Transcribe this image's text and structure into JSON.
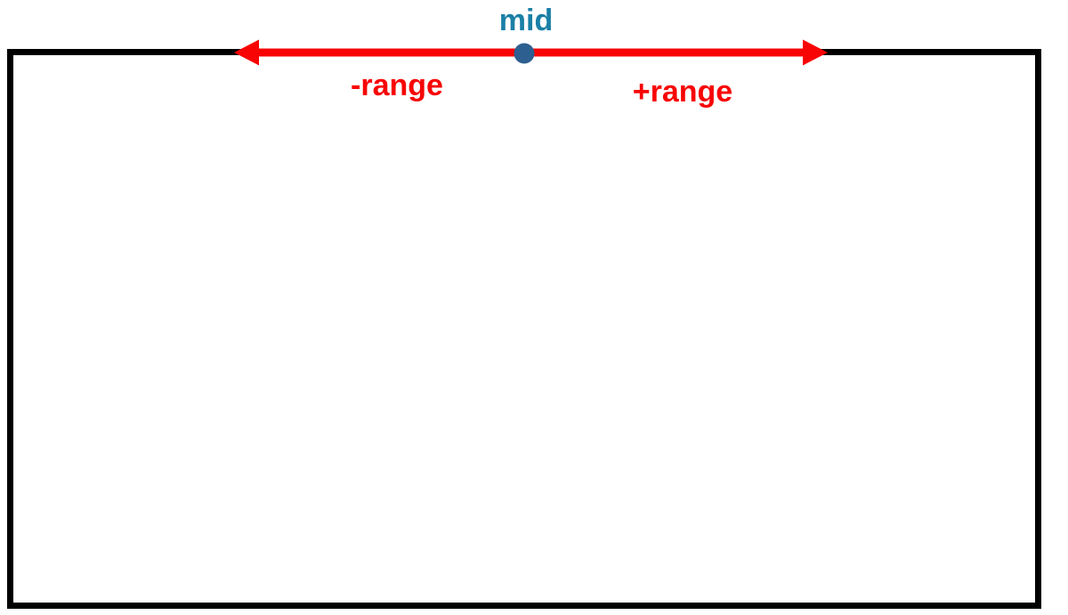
{
  "diagram": {
    "mid_label": "mid",
    "minus_range_label": "-range",
    "plus_range_label": "+range"
  },
  "colors": {
    "accent_red": "#f80404",
    "mid_label_teal": "#1a7fa6",
    "mid_dot_blue": "#2d5f90",
    "border_black": "#000000",
    "background": "#ffffff"
  }
}
